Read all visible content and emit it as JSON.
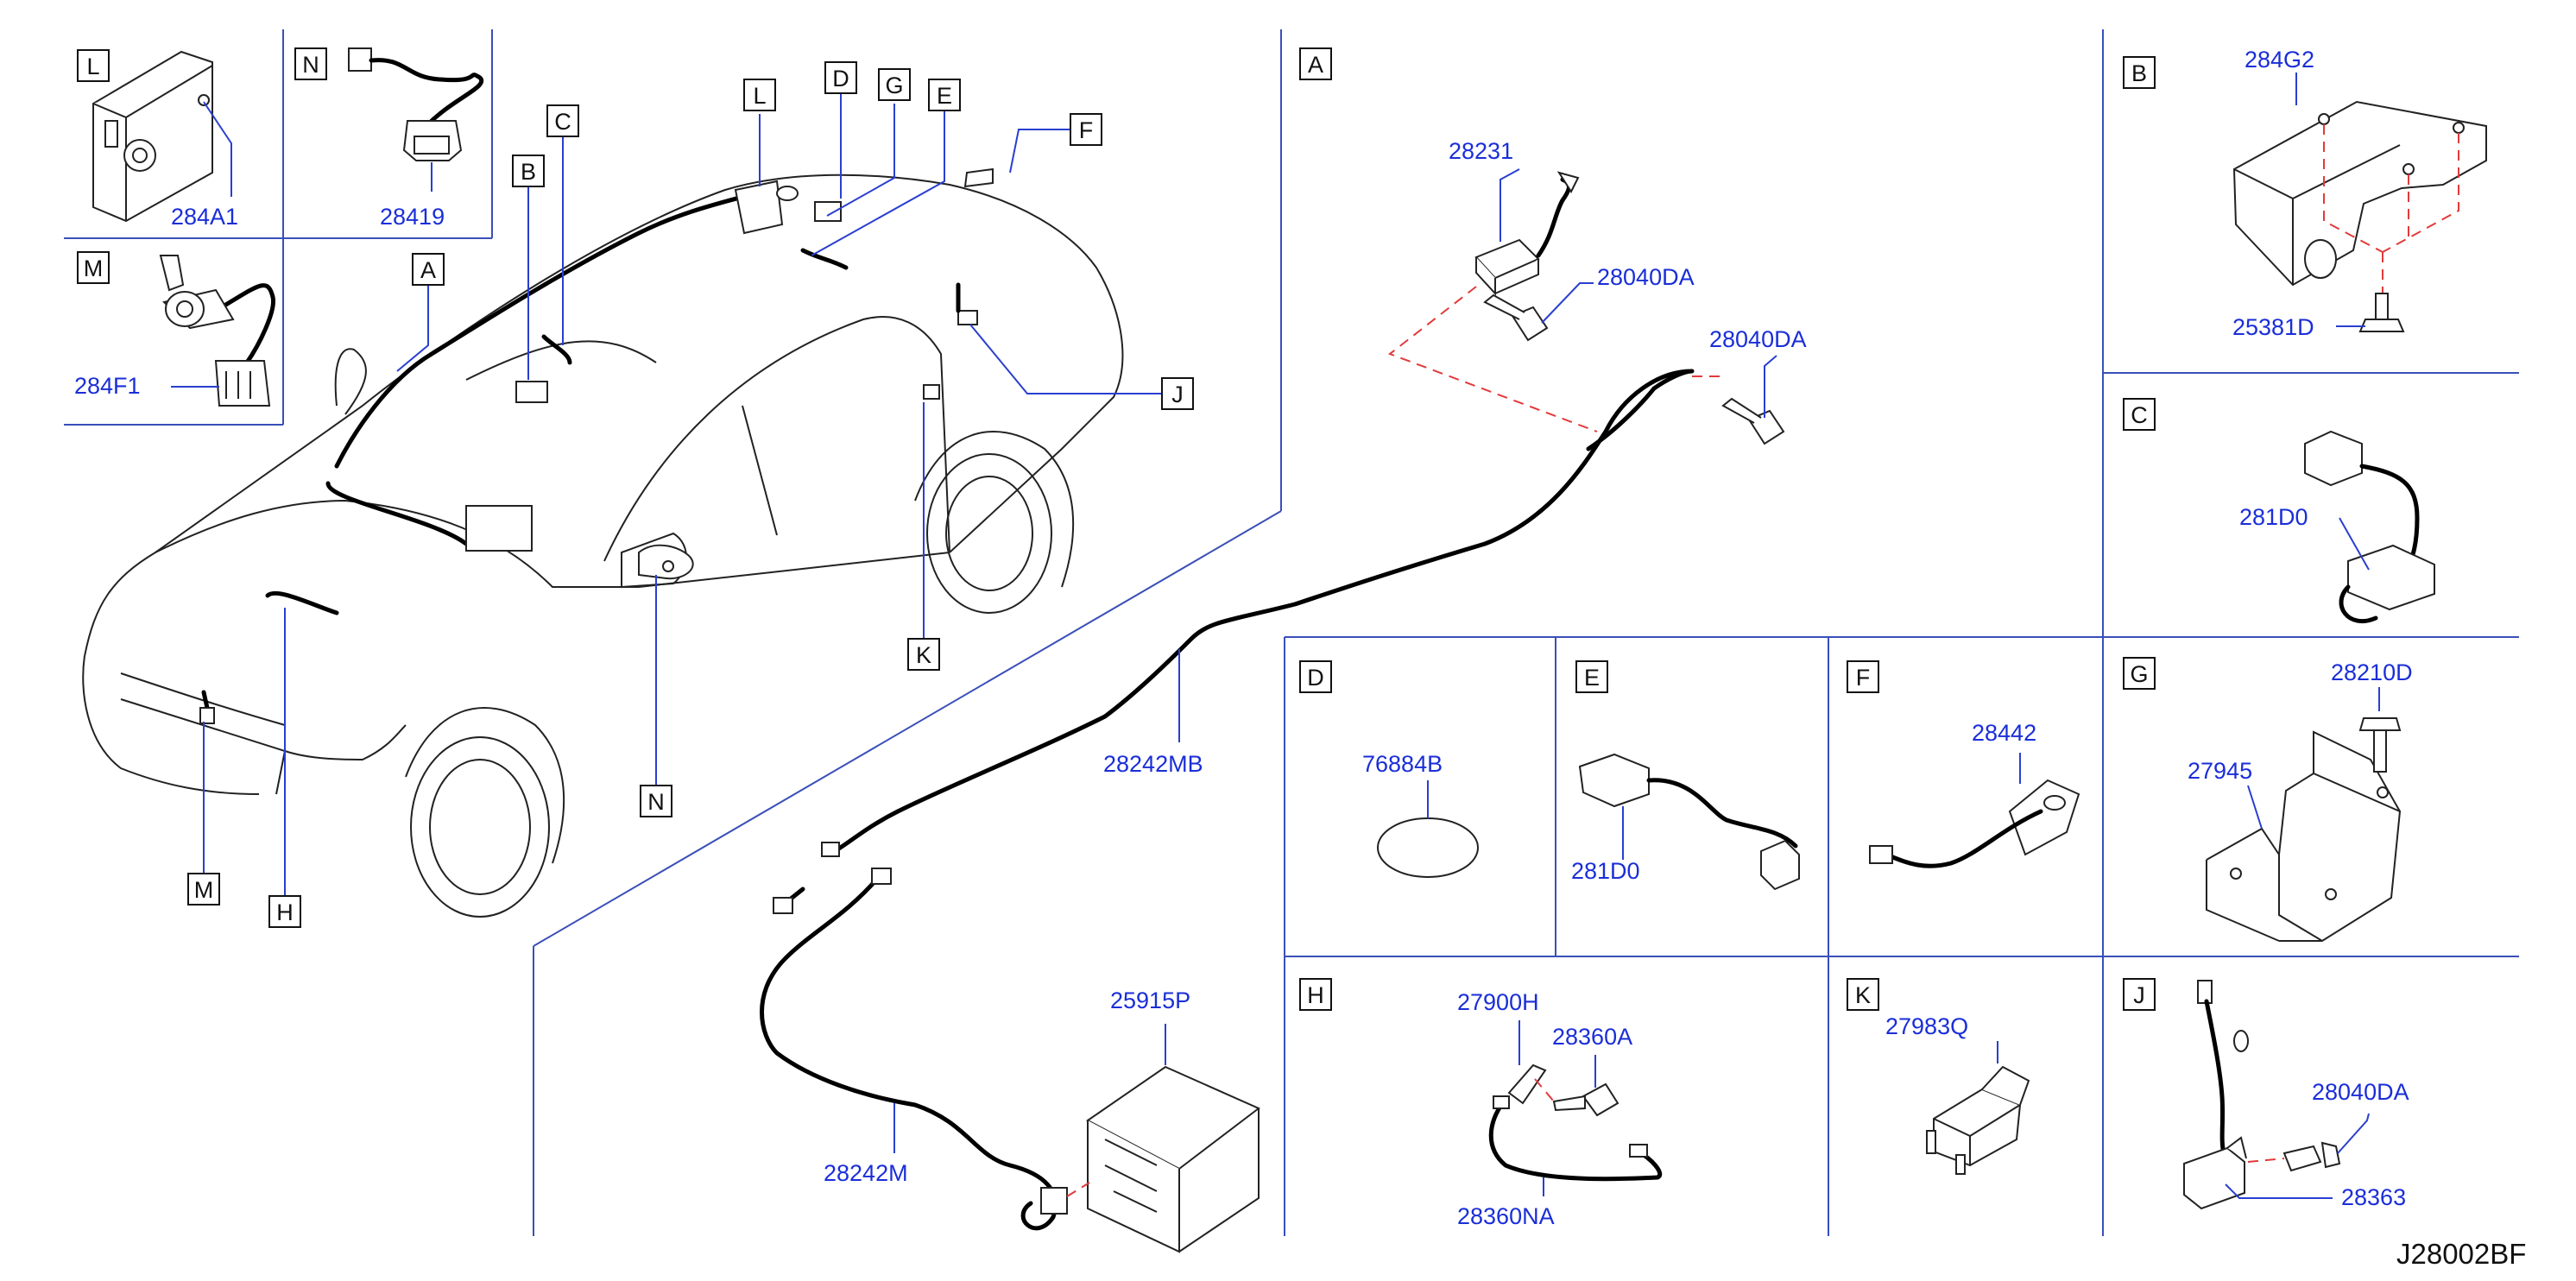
{
  "drawing_id": "J28002BF",
  "main_view": {
    "callouts": [
      "L",
      "D",
      "G",
      "E",
      "F",
      "C",
      "B",
      "A",
      "J",
      "K",
      "N",
      "M",
      "H"
    ]
  },
  "panels": {
    "L": {
      "letter": "L",
      "parts": [
        "284A1"
      ]
    },
    "N": {
      "letter": "N",
      "parts": [
        "28419"
      ]
    },
    "M": {
      "letter": "M",
      "parts": [
        "284F1"
      ]
    },
    "A": {
      "letter": "A",
      "parts": [
        "28231",
        "28040DA",
        "28040DA",
        "28242MB",
        "25915P",
        "28242M"
      ]
    },
    "B": {
      "letter": "B",
      "parts": [
        "284G2",
        "25381D"
      ]
    },
    "C": {
      "letter": "C",
      "parts": [
        "281D0"
      ]
    },
    "D": {
      "letter": "D",
      "parts": [
        "76884B"
      ]
    },
    "E": {
      "letter": "E",
      "parts": [
        "281D0"
      ]
    },
    "F": {
      "letter": "F",
      "parts": [
        "28442"
      ]
    },
    "G": {
      "letter": "G",
      "parts": [
        "28210D",
        "27945"
      ]
    },
    "H": {
      "letter": "H",
      "parts": [
        "27900H",
        "28360A",
        "28360NA"
      ]
    },
    "K": {
      "letter": "K",
      "parts": [
        "27983Q"
      ]
    },
    "J": {
      "letter": "J",
      "parts": [
        "28040DA",
        "28363"
      ]
    }
  }
}
